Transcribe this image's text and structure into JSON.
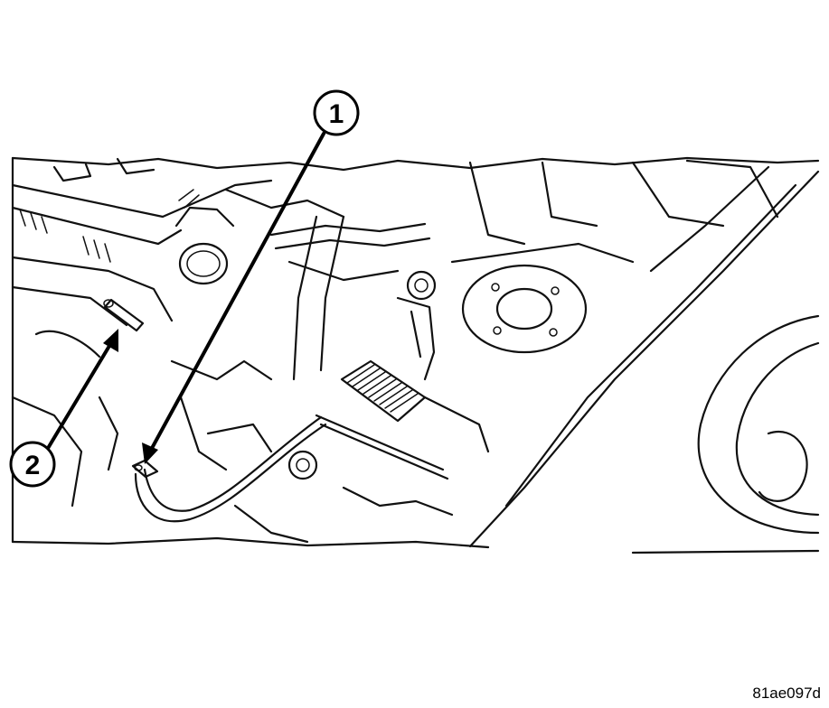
{
  "callouts": [
    {
      "label": "1"
    },
    {
      "label": "2"
    }
  ],
  "figure_ref": "81ae097d"
}
